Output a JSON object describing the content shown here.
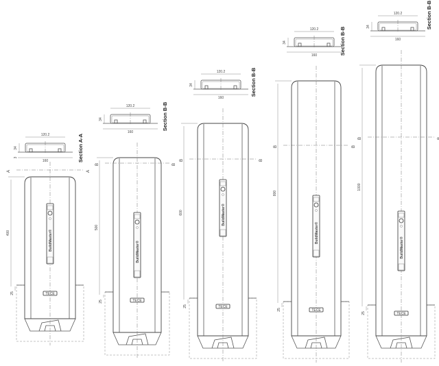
{
  "figures": [
    {
      "section_label": "Section A-A",
      "section_marker": "A",
      "height_label": "400",
      "bottom_offset": "25",
      "section_width": "120.2",
      "base_width": "160",
      "section_height": "34",
      "plate_offset": "3",
      "device_brand": "BuildMaster®",
      "plate_text": "TECE"
    },
    {
      "section_label": "Section B-B",
      "section_marker": "B",
      "height_label": "500",
      "bottom_offset": "25",
      "section_width": "120.2",
      "base_width": "160",
      "section_height": "34",
      "device_brand": "BuildMaster®",
      "plate_text": "TECE"
    },
    {
      "section_label": "Section B-B",
      "section_marker": "B",
      "height_label": "600",
      "bottom_offset": "25",
      "section_width": "120.2",
      "base_width": "160",
      "section_height": "34",
      "device_brand": "BuildMaster®",
      "plate_text": "TECE"
    },
    {
      "section_label": "Section B-B",
      "section_marker": "B",
      "height_label": "800",
      "bottom_offset": "25",
      "section_width": "120.2",
      "base_width": "160",
      "section_height": "34",
      "device_brand": "BuildMaster®",
      "plate_text": "TECE"
    },
    {
      "section_label": "Section B-B",
      "section_marker": "B",
      "height_label": "1000",
      "bottom_offset": "25",
      "section_width": "120.2",
      "base_width": "160",
      "section_height": "34",
      "device_brand": "BuildMaster®",
      "plate_text": "TECE"
    }
  ]
}
